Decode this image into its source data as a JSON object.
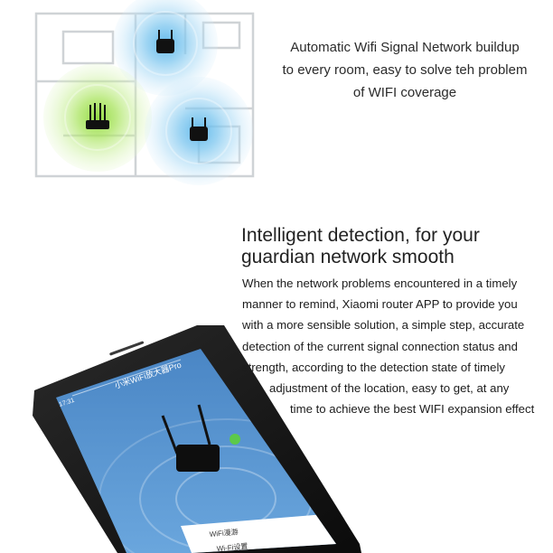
{
  "feature1": {
    "lines": [
      "Automatic Wifi Signal Network buildup",
      "to every room, easy to solve teh problem",
      "of WIFI coverage"
    ]
  },
  "feature2": {
    "title_lines": [
      "Intelligent detection, for your",
      "guardian network smooth"
    ],
    "body_lines": [
      "When the network problems encountered in a timely",
      "manner to remind, Xiaomi router APP to provide you",
      "with a more sensible solution, a simple step, accurate",
      "detection of the current signal connection status and",
      "strength, according to the detection state of timely",
      "adjustment of the location, easy to get, at any",
      "time to achieve the best WIFI expansion effect"
    ]
  },
  "phone": {
    "app_title": "小米WiFi放大器Pro",
    "time": "17:31",
    "list_item_1": "WiFi漫游",
    "list_item_2": "Wi-Fi设置"
  },
  "colors": {
    "signal_blue": "#5bb6ea",
    "signal_green": "#a9e45e",
    "app_blue": "#4a86c5"
  }
}
